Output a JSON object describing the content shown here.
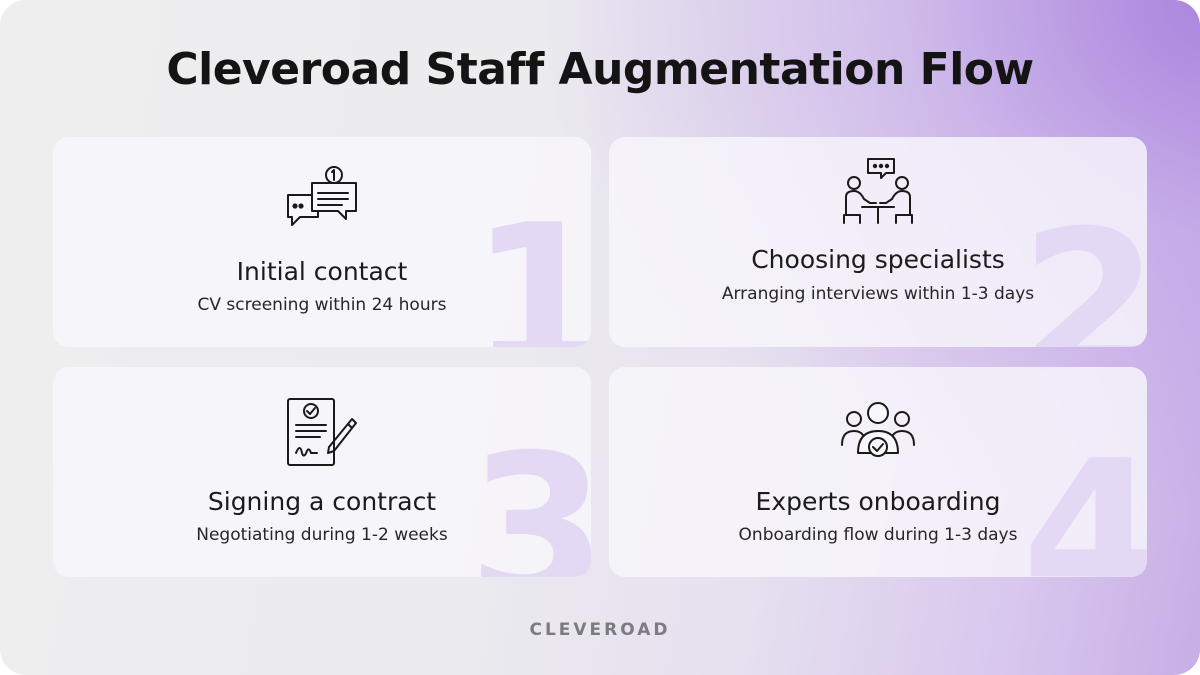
{
  "title": "Cleveroad Staff Augmentation Flow",
  "steps": [
    {
      "number": "1",
      "title": "Initial contact",
      "subtitle": "CV screening within 24 hours",
      "icon": "chat-bubbles-icon"
    },
    {
      "number": "2",
      "title": "Choosing specialists",
      "subtitle": "Arranging interviews within 1-3 days",
      "icon": "interview-icon"
    },
    {
      "number": "3",
      "title": "Signing a contract",
      "subtitle": "Negotiating during 1-2 weeks",
      "icon": "contract-signing-icon"
    },
    {
      "number": "4",
      "title": "Experts onboarding",
      "subtitle": "Onboarding flow during 1-3 days",
      "icon": "team-onboarding-icon"
    }
  ],
  "brand": "CLEVEROAD",
  "colors": {
    "number_watermark": "#e4d9f4",
    "accent_purple": "#b08fe0",
    "text": "#1b1b1b"
  }
}
